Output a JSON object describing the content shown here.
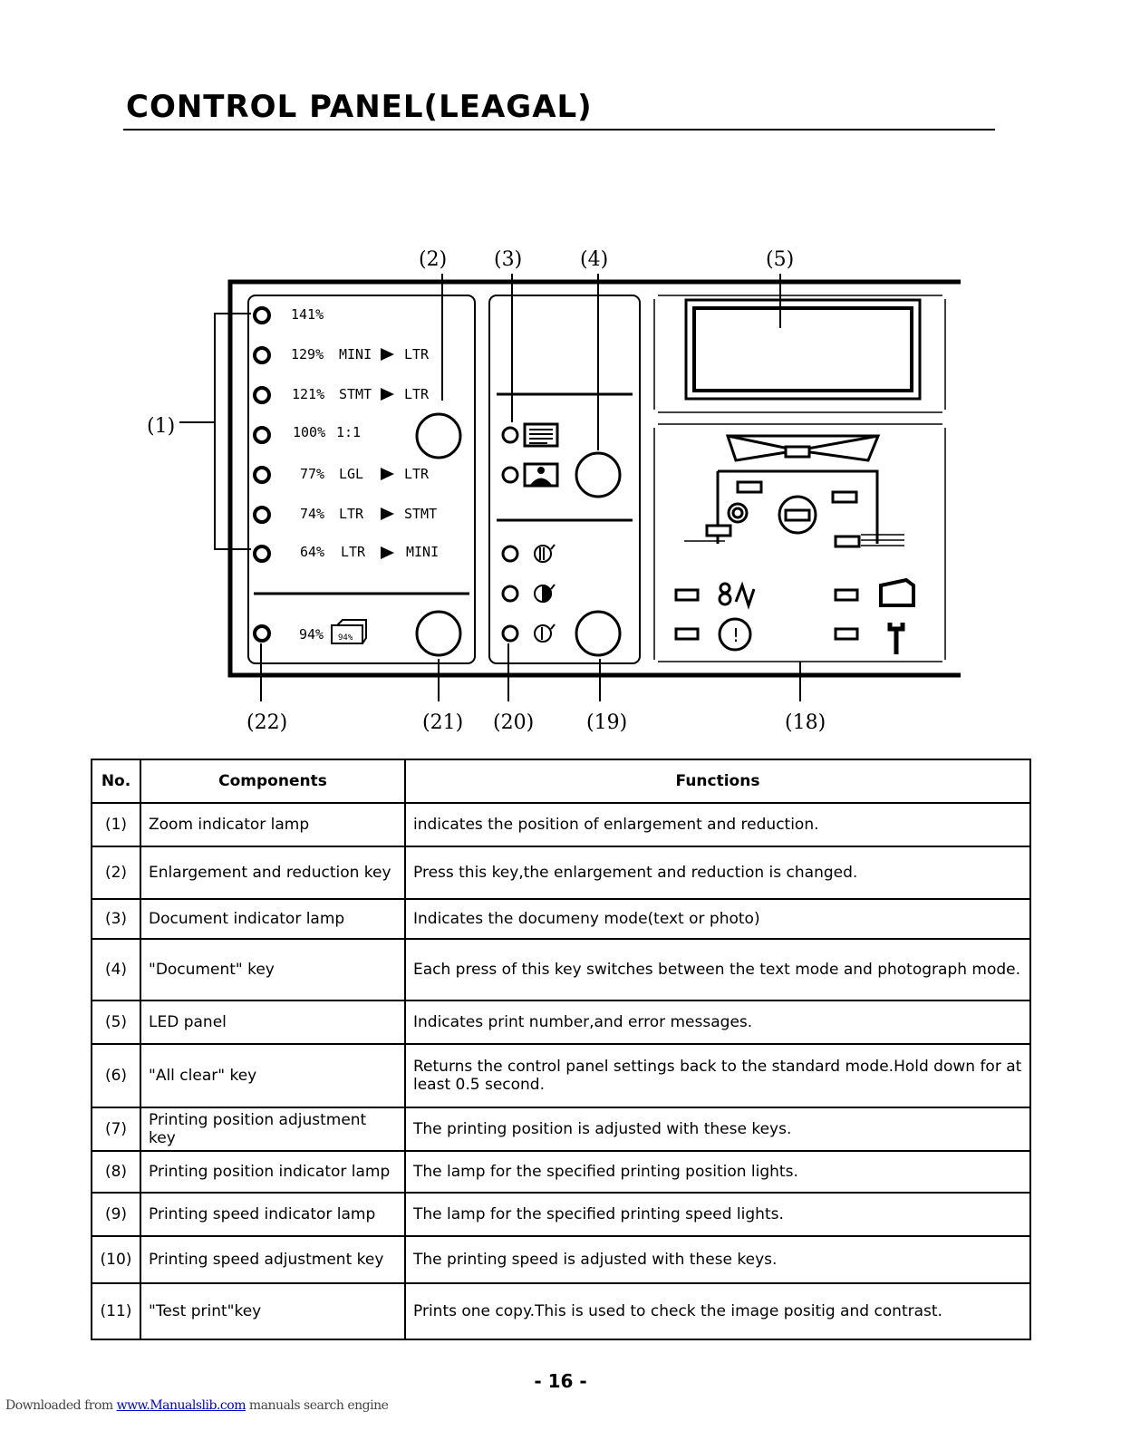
{
  "page_title": "CONTROL PANEL(LEAGAL)",
  "callouts": {
    "c1": "(1)",
    "c2": "(2)",
    "c3": "(3)",
    "c4": "(4)",
    "c5": "(5)",
    "c18": "(18)",
    "c19": "(19)",
    "c20": "(20)",
    "c21": "(21)",
    "c22": "(22)"
  },
  "zoom_rows": [
    {
      "pct": "141%",
      "from": "",
      "to": ""
    },
    {
      "pct": "129%",
      "from": "MINI",
      "to": "LTR"
    },
    {
      "pct": "121%",
      "from": "STMT",
      "to": "LTR"
    },
    {
      "pct": "100%",
      "from": "1:1",
      "to": ""
    },
    {
      "pct": "77%",
      "from": "LGL",
      "to": "LTR"
    },
    {
      "pct": "74%",
      "from": "LTR",
      "to": "STMT"
    },
    {
      "pct": "64%",
      "from": "LTR",
      "to": "MINI"
    }
  ],
  "special_zoom": {
    "pct": "94%",
    "icon_label": "94%"
  },
  "table": {
    "headers": {
      "no": "No.",
      "components": "Components",
      "functions": "Functions"
    },
    "rows": [
      {
        "no": "(1)",
        "component": "Zoom indicator lamp",
        "function": "indicates the position of enlargement and reduction."
      },
      {
        "no": "(2)",
        "component": "Enlargement and reduction key",
        "function": "Press this key,the enlargement and reduction is changed."
      },
      {
        "no": "(3)",
        "component": "Document indicator lamp",
        "function": "Indicates the documeny mode(text or photo)"
      },
      {
        "no": "(4)",
        "component": "\"Document\" key",
        "function": "Each press of this key switches between the text mode and photograph mode."
      },
      {
        "no": "(5)",
        "component": "LED panel",
        "function": "Indicates print number,and error messages."
      },
      {
        "no": "(6)",
        "component": "\"All clear\" key",
        "function": "Returns the control panel settings back to the standard mode.Hold down for at least 0.5 second."
      },
      {
        "no": "(7)",
        "component": "Printing position adjustment key",
        "function": "The printing position is adjusted with these keys."
      },
      {
        "no": "(8)",
        "component": "Printing position indicator lamp",
        "function": "The lamp for the specified printing position lights."
      },
      {
        "no": "(9)",
        "component": "Printing speed indicator lamp",
        "function": "The lamp for the specified printing speed lights."
      },
      {
        "no": "(10)",
        "component": "Printing speed adjustment key",
        "function": "The printing speed is adjusted with these keys."
      },
      {
        "no": "(11)",
        "component": "\"Test print\"key",
        "function": "Prints one copy.This is used to check the image positig and contrast."
      }
    ]
  },
  "page_number": "- 16 -",
  "footer": {
    "prefix": "Downloaded from ",
    "link": "www.Manualslib.com",
    "suffix": " manuals search engine"
  }
}
